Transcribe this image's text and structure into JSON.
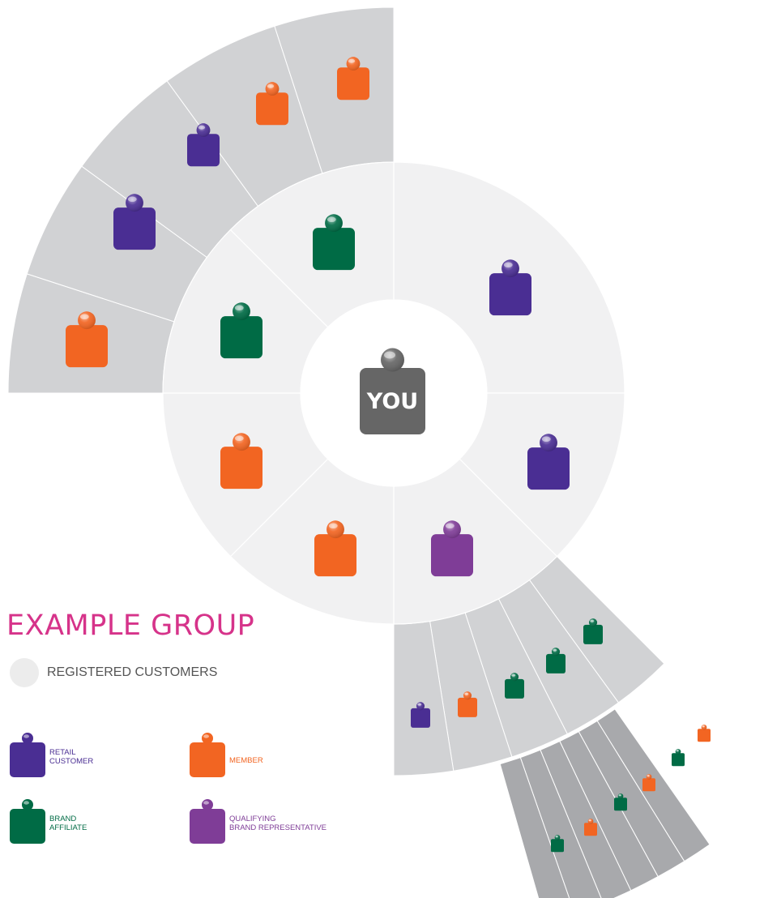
{
  "center": {
    "label": "YOU"
  },
  "legend": {
    "title": "EXAMPLE GROUP",
    "registered": "REGISTERED CUSTOMERS",
    "items": [
      {
        "key": "retail",
        "lines": [
          "RETAIL",
          "CUSTOMER"
        ],
        "color": "#4a2e93"
      },
      {
        "key": "member",
        "lines": [
          "MEMBER"
        ],
        "color": "#f26522"
      },
      {
        "key": "affiliate",
        "lines": [
          "BRAND",
          "AFFILIATE"
        ],
        "color": "#006b45"
      },
      {
        "key": "qualifying",
        "lines": [
          "QUALIFYING",
          "BRAND REPRESENTATIVE"
        ],
        "color": "#7f3d97"
      }
    ]
  },
  "colors": {
    "retail": "#4a2e93",
    "member": "#f26522",
    "affiliate": "#006b45",
    "qualifying": "#7f3d97",
    "you": "#666666",
    "registered_ring": "#f1f1f2",
    "outer_ring_1": "#d1d2d4",
    "outer_ring_2": "#a8a9ac",
    "title": "#d6338a"
  },
  "inner_ring_members": [
    "retail",
    "retail",
    "qualifying",
    "member",
    "member",
    "affiliate",
    "affiliate"
  ],
  "top_left_group_members": [
    "member",
    "retail",
    "retail",
    "member",
    "member"
  ],
  "bottom_right_group_members": [
    "retail",
    "member",
    "affiliate",
    "affiliate",
    "affiliate"
  ],
  "far_bottom_right_group_members": [
    "affiliate",
    "member",
    "affiliate",
    "member",
    "affiliate",
    "member"
  ],
  "icon_name": "person-figure-icon"
}
